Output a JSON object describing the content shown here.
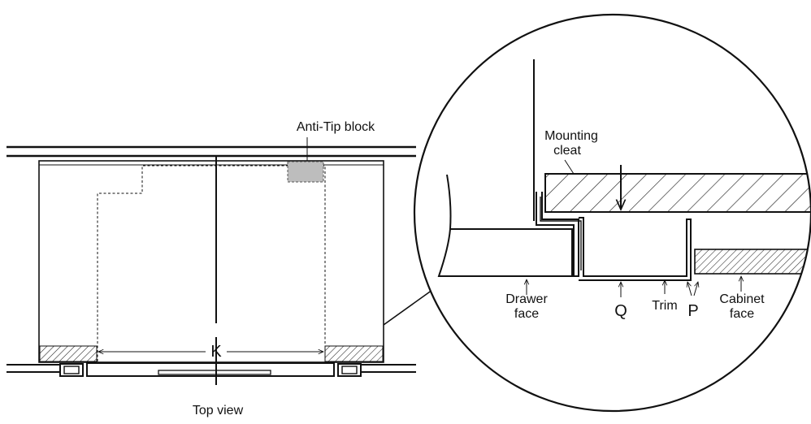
{
  "labels": {
    "anti_tip_block": "Anti-Tip block",
    "mounting_cleat_1": "Mounting",
    "mounting_cleat_2": "cleat",
    "drawer_face_1": "Drawer",
    "drawer_face_2": "face",
    "dim_k": "K",
    "dim_q": "Q",
    "trim": "Trim",
    "dim_p": "P",
    "cabinet_face_1": "Cabinet",
    "cabinet_face_2": "face",
    "top_view": "Top view"
  }
}
